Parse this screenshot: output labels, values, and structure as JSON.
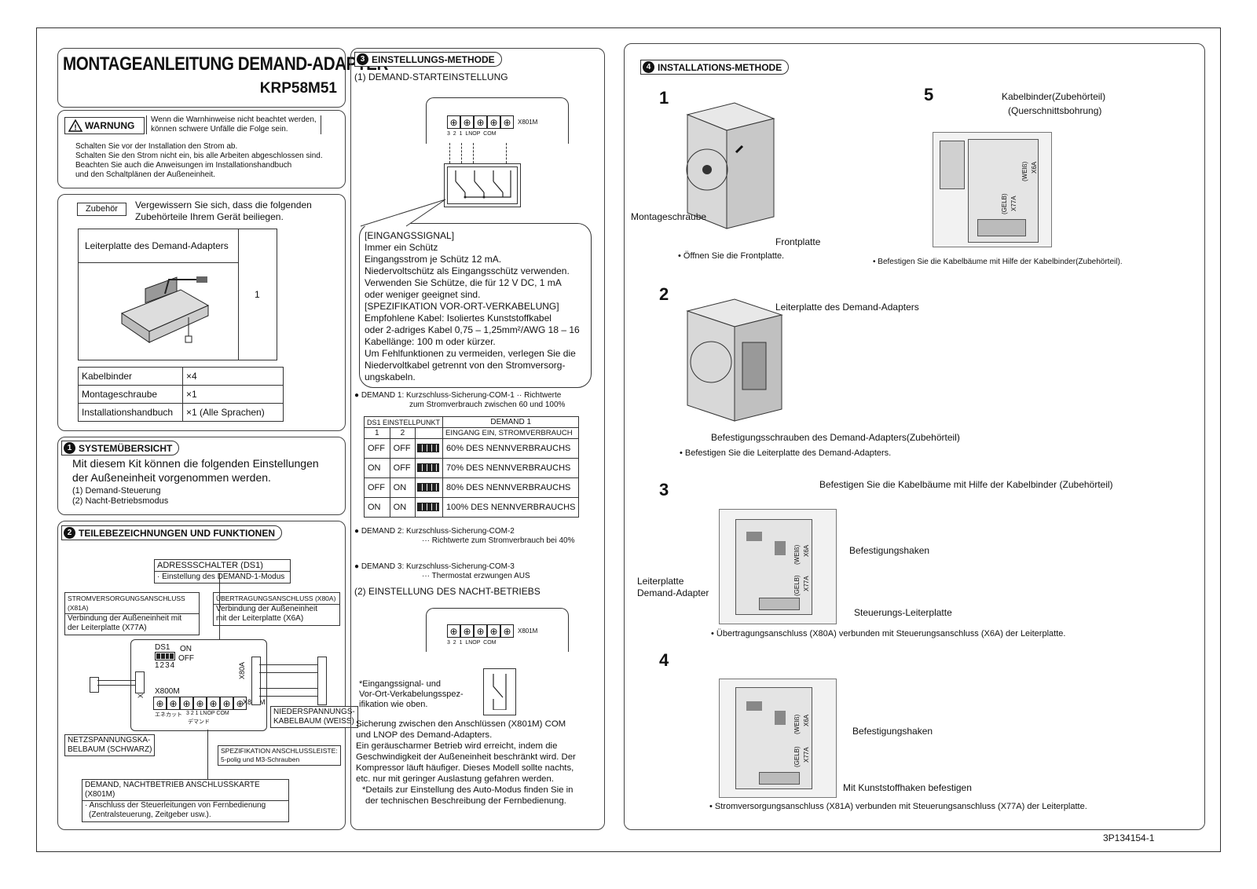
{
  "title": "MONTAGEANLEITUNG DEMAND-ADAPTER",
  "model": "KRP58M51",
  "warning": {
    "label": "WARNUNG",
    "note_line1": "Wenn die Warnhinweise nicht beachtet werden,",
    "note_line2": "können schwere Unfälle die Folge sein.",
    "lines": [
      "Schalten Sie vor der Installation den Strom ab.",
      "Schalten Sie den Strom nicht ein, bis alle Arbeiten abgeschlossen sind.",
      "Beachten Sie auch die Anweisungen im Installationshandbuch",
      "und den Schaltplänen der Außeneinheit."
    ]
  },
  "accessories": {
    "label": "Zubehör",
    "intro_line1": "Vergewissern Sie sich, dass die folgenden",
    "intro_line2": "Zubehörteile Ihrem Gerät beiliegen.",
    "board_name": "Leiterplatte des Demand-Adapters",
    "board_qty": "1",
    "items": [
      {
        "name": "Kabelbinder",
        "qty": "×4"
      },
      {
        "name": "Montageschraube",
        "qty": "×1"
      },
      {
        "name": "Installationshandbuch",
        "qty": "×1 (Alle Sprachen)"
      }
    ]
  },
  "section1": {
    "num": "1",
    "heading": "SYSTEMÜBERSICHT",
    "line1": "Mit diesem Kit können die folgenden Einstellungen",
    "line2": "der Außeneinheit vorgenommen werden.",
    "item1": "(1) Demand-Steuerung",
    "item2": "(2) Nacht-Betriebsmodus"
  },
  "section2": {
    "num": "2",
    "heading": "TEILEBEZEICHNUNGEN UND FUNKTIONEN",
    "addr_title": "ADRESSSCHALTER (DS1)",
    "addr_sub": "· Einstellung des DEMAND-1-Modus",
    "power_title": "STROMVERSORGUNGSANSCHLUSS (X81A)",
    "power_l1": "Verbindung der Außeneinheit mit",
    "power_l2": "der Leiterplatte (X77A)",
    "trans_title": "ÜBERTRAGUNGSANSCHLUSS (X80A)",
    "trans_l1": "Verbindung der Außeneinheit",
    "trans_l2": "mit der Leiterplatte (X6A)",
    "ds1": "DS1",
    "on": "ON",
    "off": "OFF",
    "ds_digits": "1234",
    "x81a": "X81A",
    "x80a": "X80A",
    "x800m": "X800M",
    "x801m": "X801M",
    "jp_l1": "エネカット",
    "jp_l2": "3 2 1 LNOP COM",
    "jp_l3": "デマンド",
    "low_l1": "NIEDERSPANNUNGS-",
    "low_l2": "KABELBAUM (WEISS)",
    "net_l1": "NETZSPANNUNGSKA-",
    "net_l2": "BELBAUM (SCHWARZ)",
    "spec_l1": "SPEZIFIKATION ANSCHLUSSLEISTE:",
    "spec_l2": "5-polig und M3-Schrauben",
    "card_title": "DEMAND, NACHTBETRIEB ANSCHLUSSKARTE (X801M)",
    "card_l1": "· Anschluss der Steuerleitungen von Fernbedienung",
    "card_l2": "(Zentralsteuerung, Zeitgeber usw.)."
  },
  "section3": {
    "num": "3",
    "heading": "EINSTELLUNGS-METHODE",
    "sub1": "(1) DEMAND-STARTEINSTELLUNG",
    "terminal_labels": "3  2  1  LNOP  COM",
    "x801m": "X801M",
    "input_lines": [
      "[EINGANGSSIGNAL]",
      "Immer ein Schütz",
      "Eingangsstrom je Schütz 12 mA.",
      "Niedervoltschütz als Eingangsschütz verwenden.",
      "Verwenden Sie Schütze, die für 12 V DC, 1 mA",
      "oder weniger geeignet sind.",
      "[SPEZIFIKATION VOR-ORT-VERKABELUNG]",
      "Empfohlene Kabel: Isoliertes Kunststoffkabel",
      "oder 2-adriges Kabel 0,75 – 1,25mm²/AWG 18 – 16",
      "Kabellänge: 100 m oder kürzer.",
      "Um Fehlfunktionen zu vermeiden, verlegen Sie die",
      "Niedervoltkabel getrennt von den Stromversorg-",
      "ungskabeln."
    ],
    "demand1_l1": "● DEMAND 1: Kurzschluss-Sicherung-COM-1 ·· Richtwerte",
    "demand1_l2": "zum Stromverbrauch zwischen 60 und 100%",
    "table_h1": "DS1 EINSTELLPUNKT",
    "table_h2": "DEMAND 1",
    "table_c1": "1",
    "table_c2": "2",
    "table_h3": "EINGANG EIN, STROMVERBRAUCH",
    "rows": [
      {
        "s1": "OFF",
        "s2": "OFF",
        "v": "60% DES NENNVERBRAUCHS"
      },
      {
        "s1": "ON",
        "s2": "OFF",
        "v": "70% DES NENNVERBRAUCHS"
      },
      {
        "s1": "OFF",
        "s2": "ON",
        "v": "80% DES NENNVERBRAUCHS"
      },
      {
        "s1": "ON",
        "s2": "ON",
        "v": "100% DES NENNVERBRAUCHS"
      }
    ],
    "demand2_l1": "● DEMAND 2: Kurzschluss-Sicherung-COM-2",
    "demand2_l2": "··· Richtwerte zum Stromverbrauch bei 40%",
    "demand3_l1": "● DEMAND 3: Kurzschluss-Sicherung-COM-3",
    "demand3_l2": "··· Thermostat erzwungen AUS",
    "sub2": "(2) EINSTELLUNG DES NACHT-BETRIEBS",
    "note_l1": "*Eingangssignal- und",
    "note_l2": "Vor-Ort-Verkabelungsspez-",
    "note_l3": "ifikation wie oben.",
    "night_lines": [
      "Sicherung zwischen den Anschlüssen (X801M) COM",
      "und LNOP des Demand-Adapters.",
      "Ein geräuscharmer Betrieb wird erreicht, indem die",
      "Geschwindigkeit der Außeneinheit beschränkt wird. Der",
      "Kompressor läuft häufiger. Dieses Modell sollte nachts,",
      "etc. nur mit geringer Auslastung gefahren werden.",
      "*Details zur Einstellung des Auto-Modus finden Sie in",
      "der technischen Beschreibung der Fernbedienung."
    ]
  },
  "section4": {
    "num": "4",
    "heading": "INSTALLATIONS-METHODE",
    "s1": "1",
    "s1_screw": "Montageschraube",
    "s1_front": "Frontplatte",
    "s1_caption": "• Öffnen Sie die Frontplatte.",
    "s2": "2",
    "s2_board": "Leiterplatte des Demand-Adapters",
    "s2_screws": "Befestigungsschrauben des Demand-Adapters(Zubehörteil)",
    "s2_caption": "• Befestigen Sie die Leiterplatte des Demand-Adapters.",
    "s3": "3",
    "s3_top": "Befestigen Sie die Kabelbäume mit Hilfe der Kabelbinder (Zubehörteil)",
    "s3_hook": "Befestigungshaken",
    "s3_left1": "Leiterplatte",
    "s3_left2": "Demand-Adapter",
    "s3_ctrl": "Steuerungs-Leiterplatte",
    "s3_caption": "• Übertragungsanschluss (X80A) verbunden mit Steuerungsanschluss (X6A) der Leiterplatte.",
    "s4": "4",
    "s4_hook": "Befestigungshaken",
    "s4_plastic": "Mit Kunststoffhaken befestigen",
    "s4_caption": "• Stromversorgungsanschluss (X81A) verbunden mit Steuerungsanschluss (X77A) der Leiterplatte.",
    "s5": "5",
    "s5_binder": "Kabelbinder(Zubehörteil)",
    "s5_hole": "(Querschnittsbohrung)",
    "s5_caption": "• Befestigen Sie die Kabelbäume mit Hilfe der Kabelbinder(Zubehörteil).",
    "board_tag1": "(WEIß)",
    "board_tag2": "X6A",
    "board_tag3": "(GELB)",
    "board_tag4": "X77A"
  },
  "doc_code": "3P134154-1"
}
